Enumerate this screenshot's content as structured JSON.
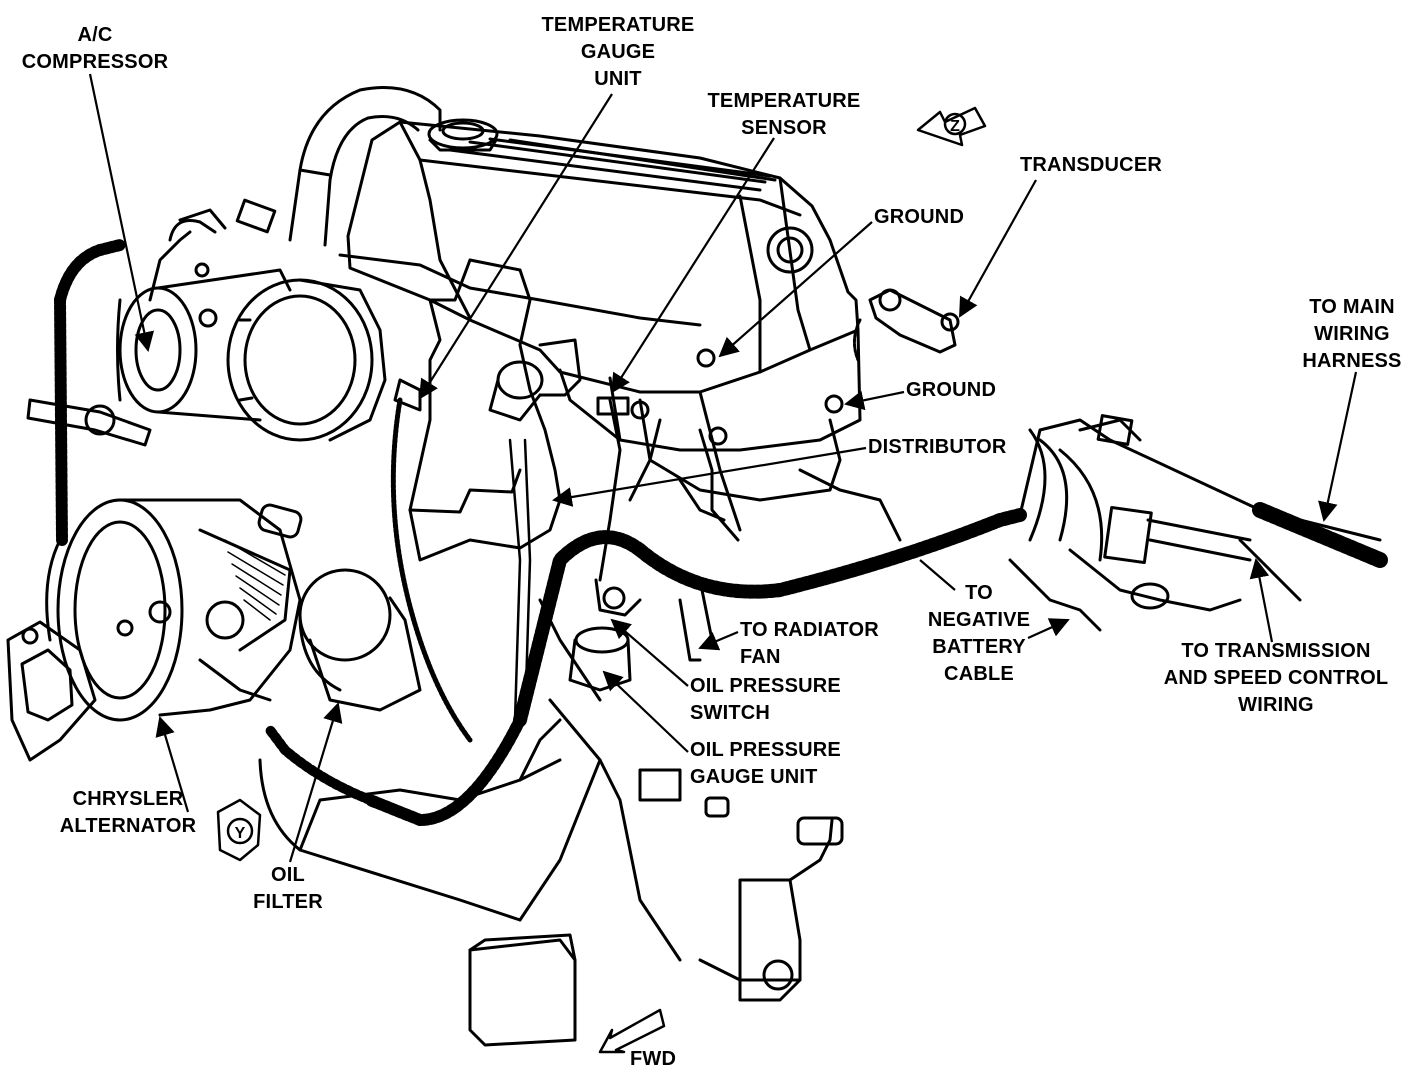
{
  "labels": {
    "ac_compressor": [
      "A/C",
      "COMPRESSOR"
    ],
    "temp_gauge_unit": [
      "TEMPERATURE",
      "GAUGE",
      "UNIT"
    ],
    "temp_sensor": [
      "TEMPERATURE",
      "SENSOR"
    ],
    "transducer": [
      "TRANSDUCER"
    ],
    "ground_top": [
      "GROUND"
    ],
    "ground_mid": [
      "GROUND"
    ],
    "to_main_harness": [
      "TO MAIN",
      "WIRING",
      "HARNESS"
    ],
    "distributor": [
      "DISTRIBUTOR"
    ],
    "to_radiator_fan": [
      "TO RADIATOR",
      "FAN"
    ],
    "oil_pressure_switch": [
      "OIL PRESSURE",
      "SWITCH"
    ],
    "oil_pressure_gauge_unit": [
      "OIL PRESSURE",
      "GAUGE UNIT"
    ],
    "to_negative_battery": [
      "TO",
      "NEGATIVE",
      "BATTERY",
      "CABLE"
    ],
    "to_transmission": [
      "TO TRANSMISSION",
      "AND SPEED CONTROL",
      "WIRING"
    ],
    "chrysler_alternator": [
      "CHRYSLER",
      "ALTERNATOR"
    ],
    "oil_filter": [
      "OIL",
      "FILTER"
    ],
    "fwd": [
      "FWD"
    ]
  },
  "view_markers": {
    "z": "Z",
    "y": "Y"
  },
  "colors": {
    "ink": "#000000",
    "paper": "#ffffff"
  }
}
